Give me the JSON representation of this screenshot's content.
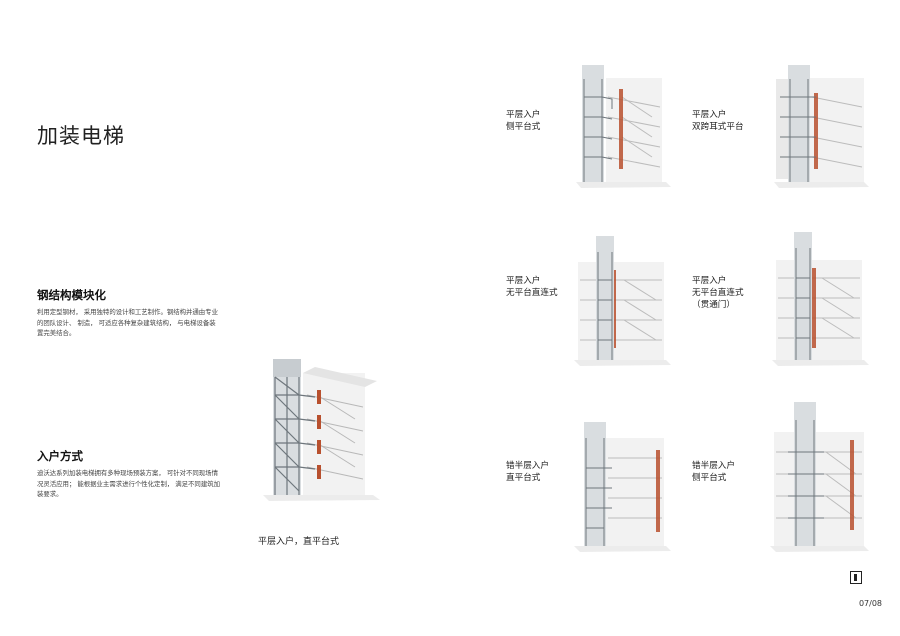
{
  "page": {
    "title": "加装电梯",
    "page_number": "07/08"
  },
  "sections": [
    {
      "title": "钢结构模块化",
      "body": "利用定型钢材， 采用独特的设计和工艺制作。钢结构并通由专业的团队设计、 制造， 可适应各种复杂建筑结构， 与电梯设备装置完美结合。"
    },
    {
      "title": "入户方式",
      "body": "迪沃达系列加装电梯拥有多种现场预装方案， 可针对不同现场情况灵活应用； 能根据业主需求进行个性化定制， 满足不同建筑加装要求。"
    }
  ],
  "main_caption": "平层入户，直平台式",
  "variants": [
    {
      "label": "平层入户\n侧平台式"
    },
    {
      "label": "平层入户\n双跨耳式平台"
    },
    {
      "label": "平层入户\n无平台直连式"
    },
    {
      "label": "平层入户\n无平台直连式\n（贯通门）"
    },
    {
      "label": "错半层入户\n直平台式"
    },
    {
      "label": "错半层入户\n侧平台式"
    }
  ],
  "colors": {
    "accent_door": "#b8502e",
    "steel": "#8a9096",
    "wall": "#f1f1f1"
  }
}
